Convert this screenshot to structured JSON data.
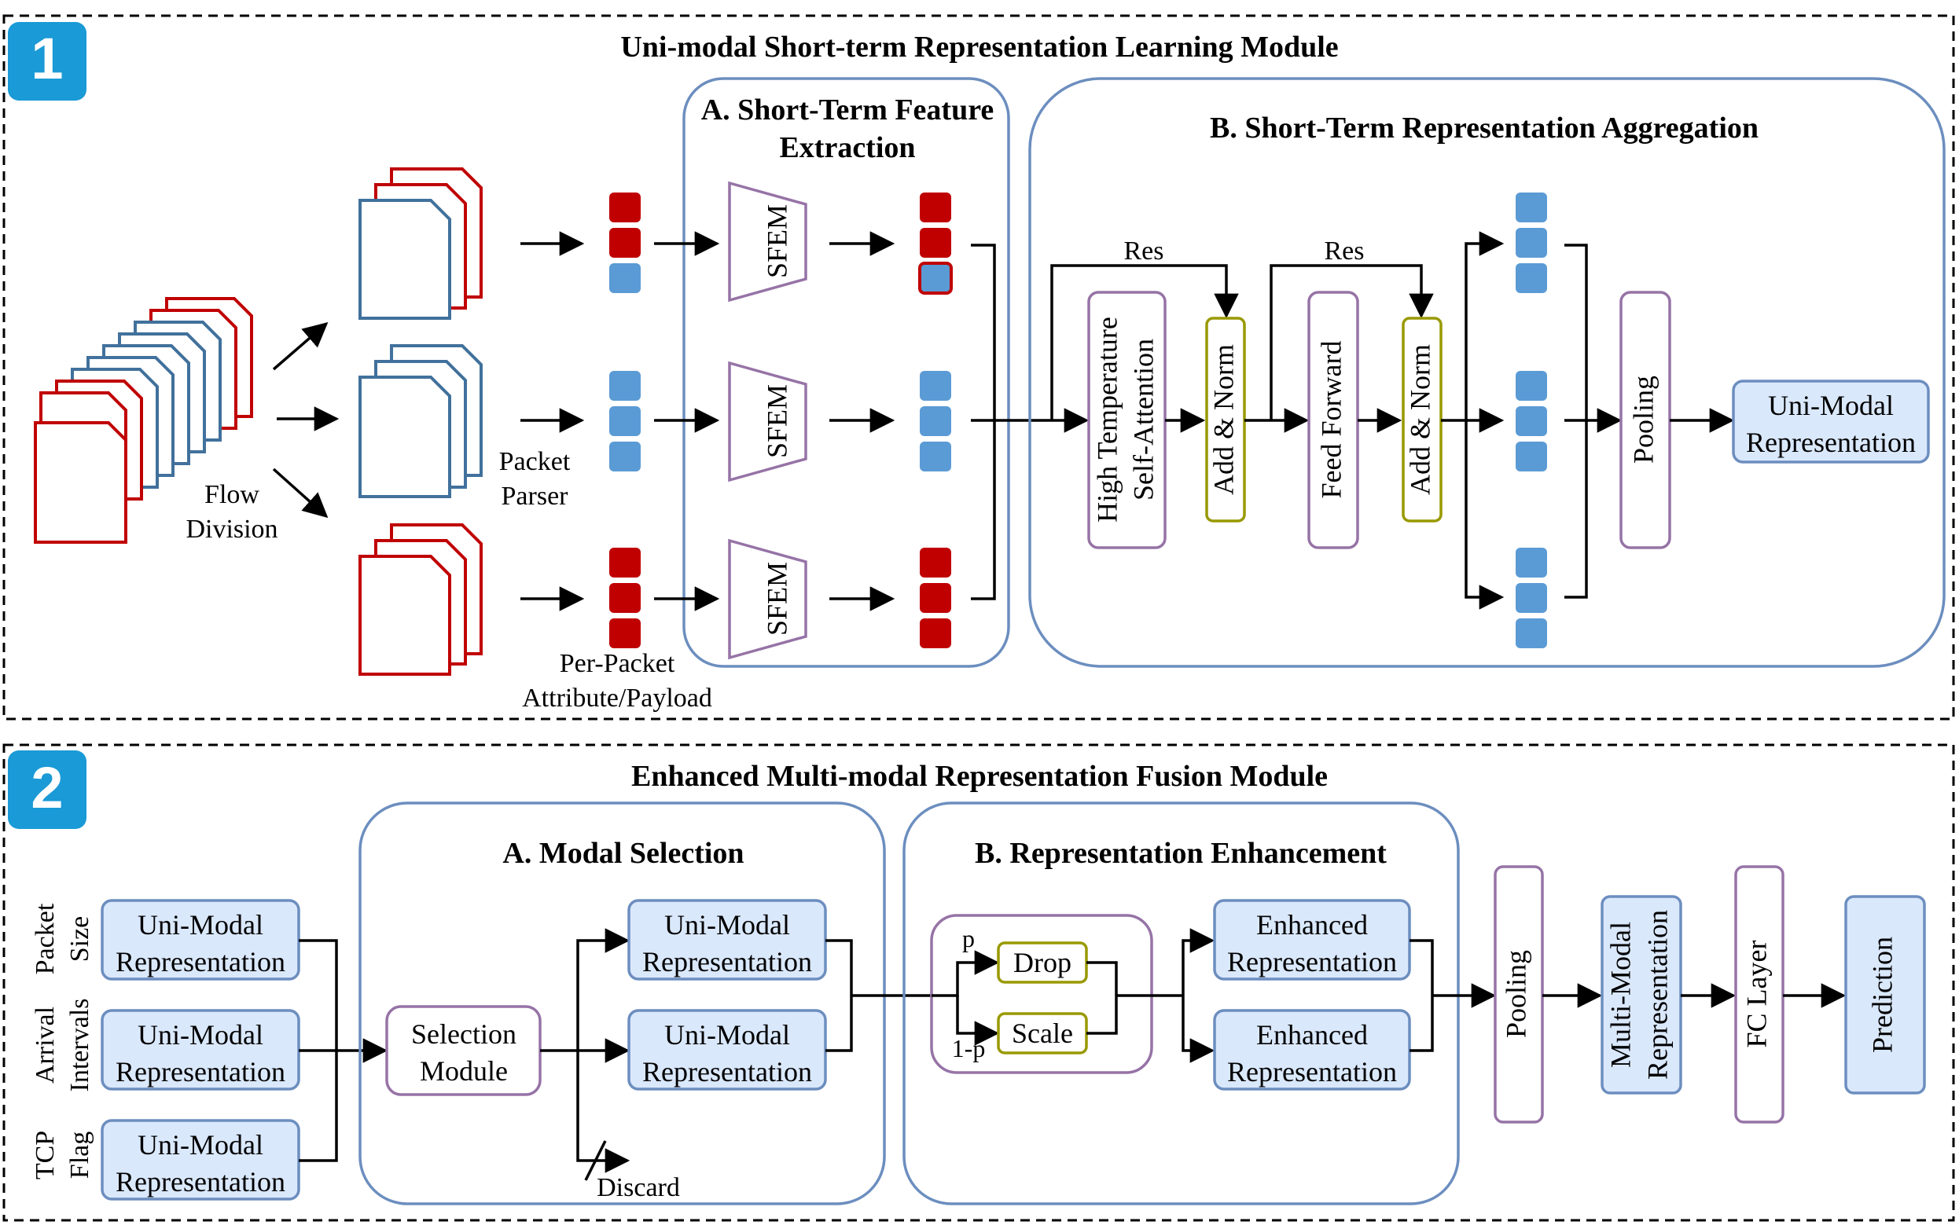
{
  "colors": {
    "red": "#C00000",
    "blue": "#5B9BD5",
    "doc_blue": "#41719C",
    "panel_border": "#6C8EBF",
    "purple": "#9673A6",
    "olive": "#999900",
    "light_blue_fill": "#DAE8FC",
    "badge_blue": "#1A9AD6"
  },
  "module1": {
    "badge": "1",
    "title": "Uni-modal Short-term Representation Learning Module",
    "flow_division": [
      "Flow",
      "Division"
    ],
    "packet_parser": [
      "Packet",
      "Parser"
    ],
    "per_packet": [
      "Per-Packet",
      "Attribute/Payload"
    ],
    "panelA_title": [
      "A. Short-Term Feature",
      "Extraction"
    ],
    "sfem": "SFEM",
    "panelB_title": "B. Short-Term Representation Aggregation",
    "res": "Res",
    "attention": [
      "High Temperature",
      "Self-Attention"
    ],
    "add_norm": "Add & Norm",
    "feed_forward": "Feed Forward",
    "pooling": "Pooling",
    "output": [
      "Uni-Modal",
      "Representation"
    ]
  },
  "module2": {
    "badge": "2",
    "title": "Enhanced Multi-modal Representation Fusion Module",
    "modalities": [
      [
        "Packet",
        "Size"
      ],
      [
        "Arrival",
        "Intervals"
      ],
      [
        "TCP",
        "Flag"
      ]
    ],
    "uni_modal": [
      "Uni-Modal",
      "Representation"
    ],
    "panelA_title": "A. Modal Selection",
    "selection_module": [
      "Selection",
      "Module"
    ],
    "discard": "Discard",
    "panelB_title": "B. Representation Enhancement",
    "p_label": "p",
    "one_minus_p": "1-p",
    "drop": "Drop",
    "scale": "Scale",
    "enhanced": [
      "Enhanced",
      "Representation"
    ],
    "pooling": "Pooling",
    "multi_modal": [
      "Multi-Modal",
      "Representation"
    ],
    "fc_layer": "FC Layer",
    "prediction": "Prediction"
  }
}
